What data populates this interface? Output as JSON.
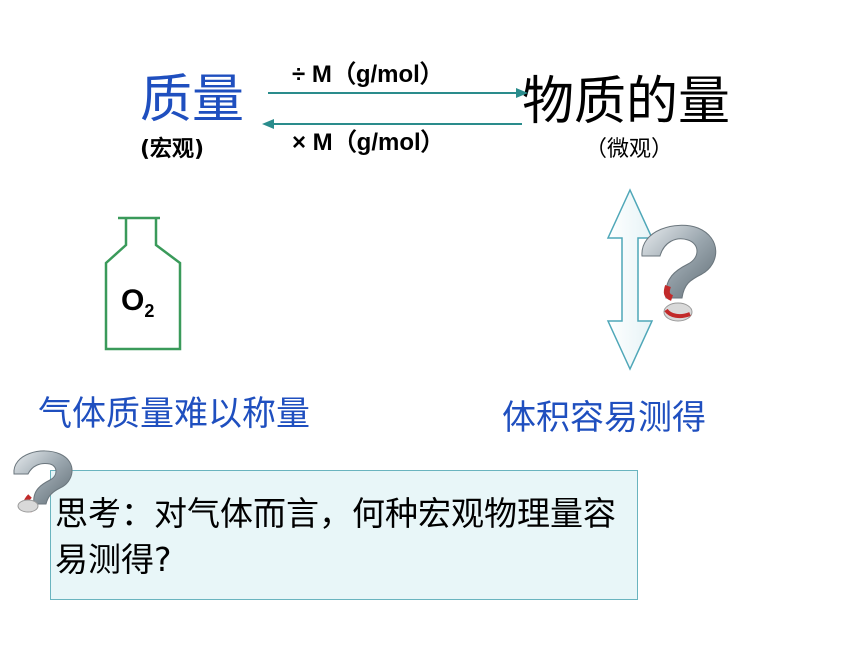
{
  "mass": {
    "title": "质量",
    "sub": "(宏观)"
  },
  "amount": {
    "title": "物质的量",
    "sub": "（微观）"
  },
  "divide_op": "÷ M（g/mol）",
  "multiply_op": "× M（g/mol）",
  "bottle_label": {
    "main": "O",
    "sub": "2"
  },
  "gas_note": "气体质量难以称量",
  "volume_note": "体积容易测得",
  "question": "思考：对气体而言，何种宏观物理量容易测得?",
  "colors": {
    "accent_blue": "#1f4fbf",
    "arrow_teal": "#2a8c8c",
    "bottle_green": "#3a9a5a",
    "note_bg": "#e8f6f8"
  }
}
